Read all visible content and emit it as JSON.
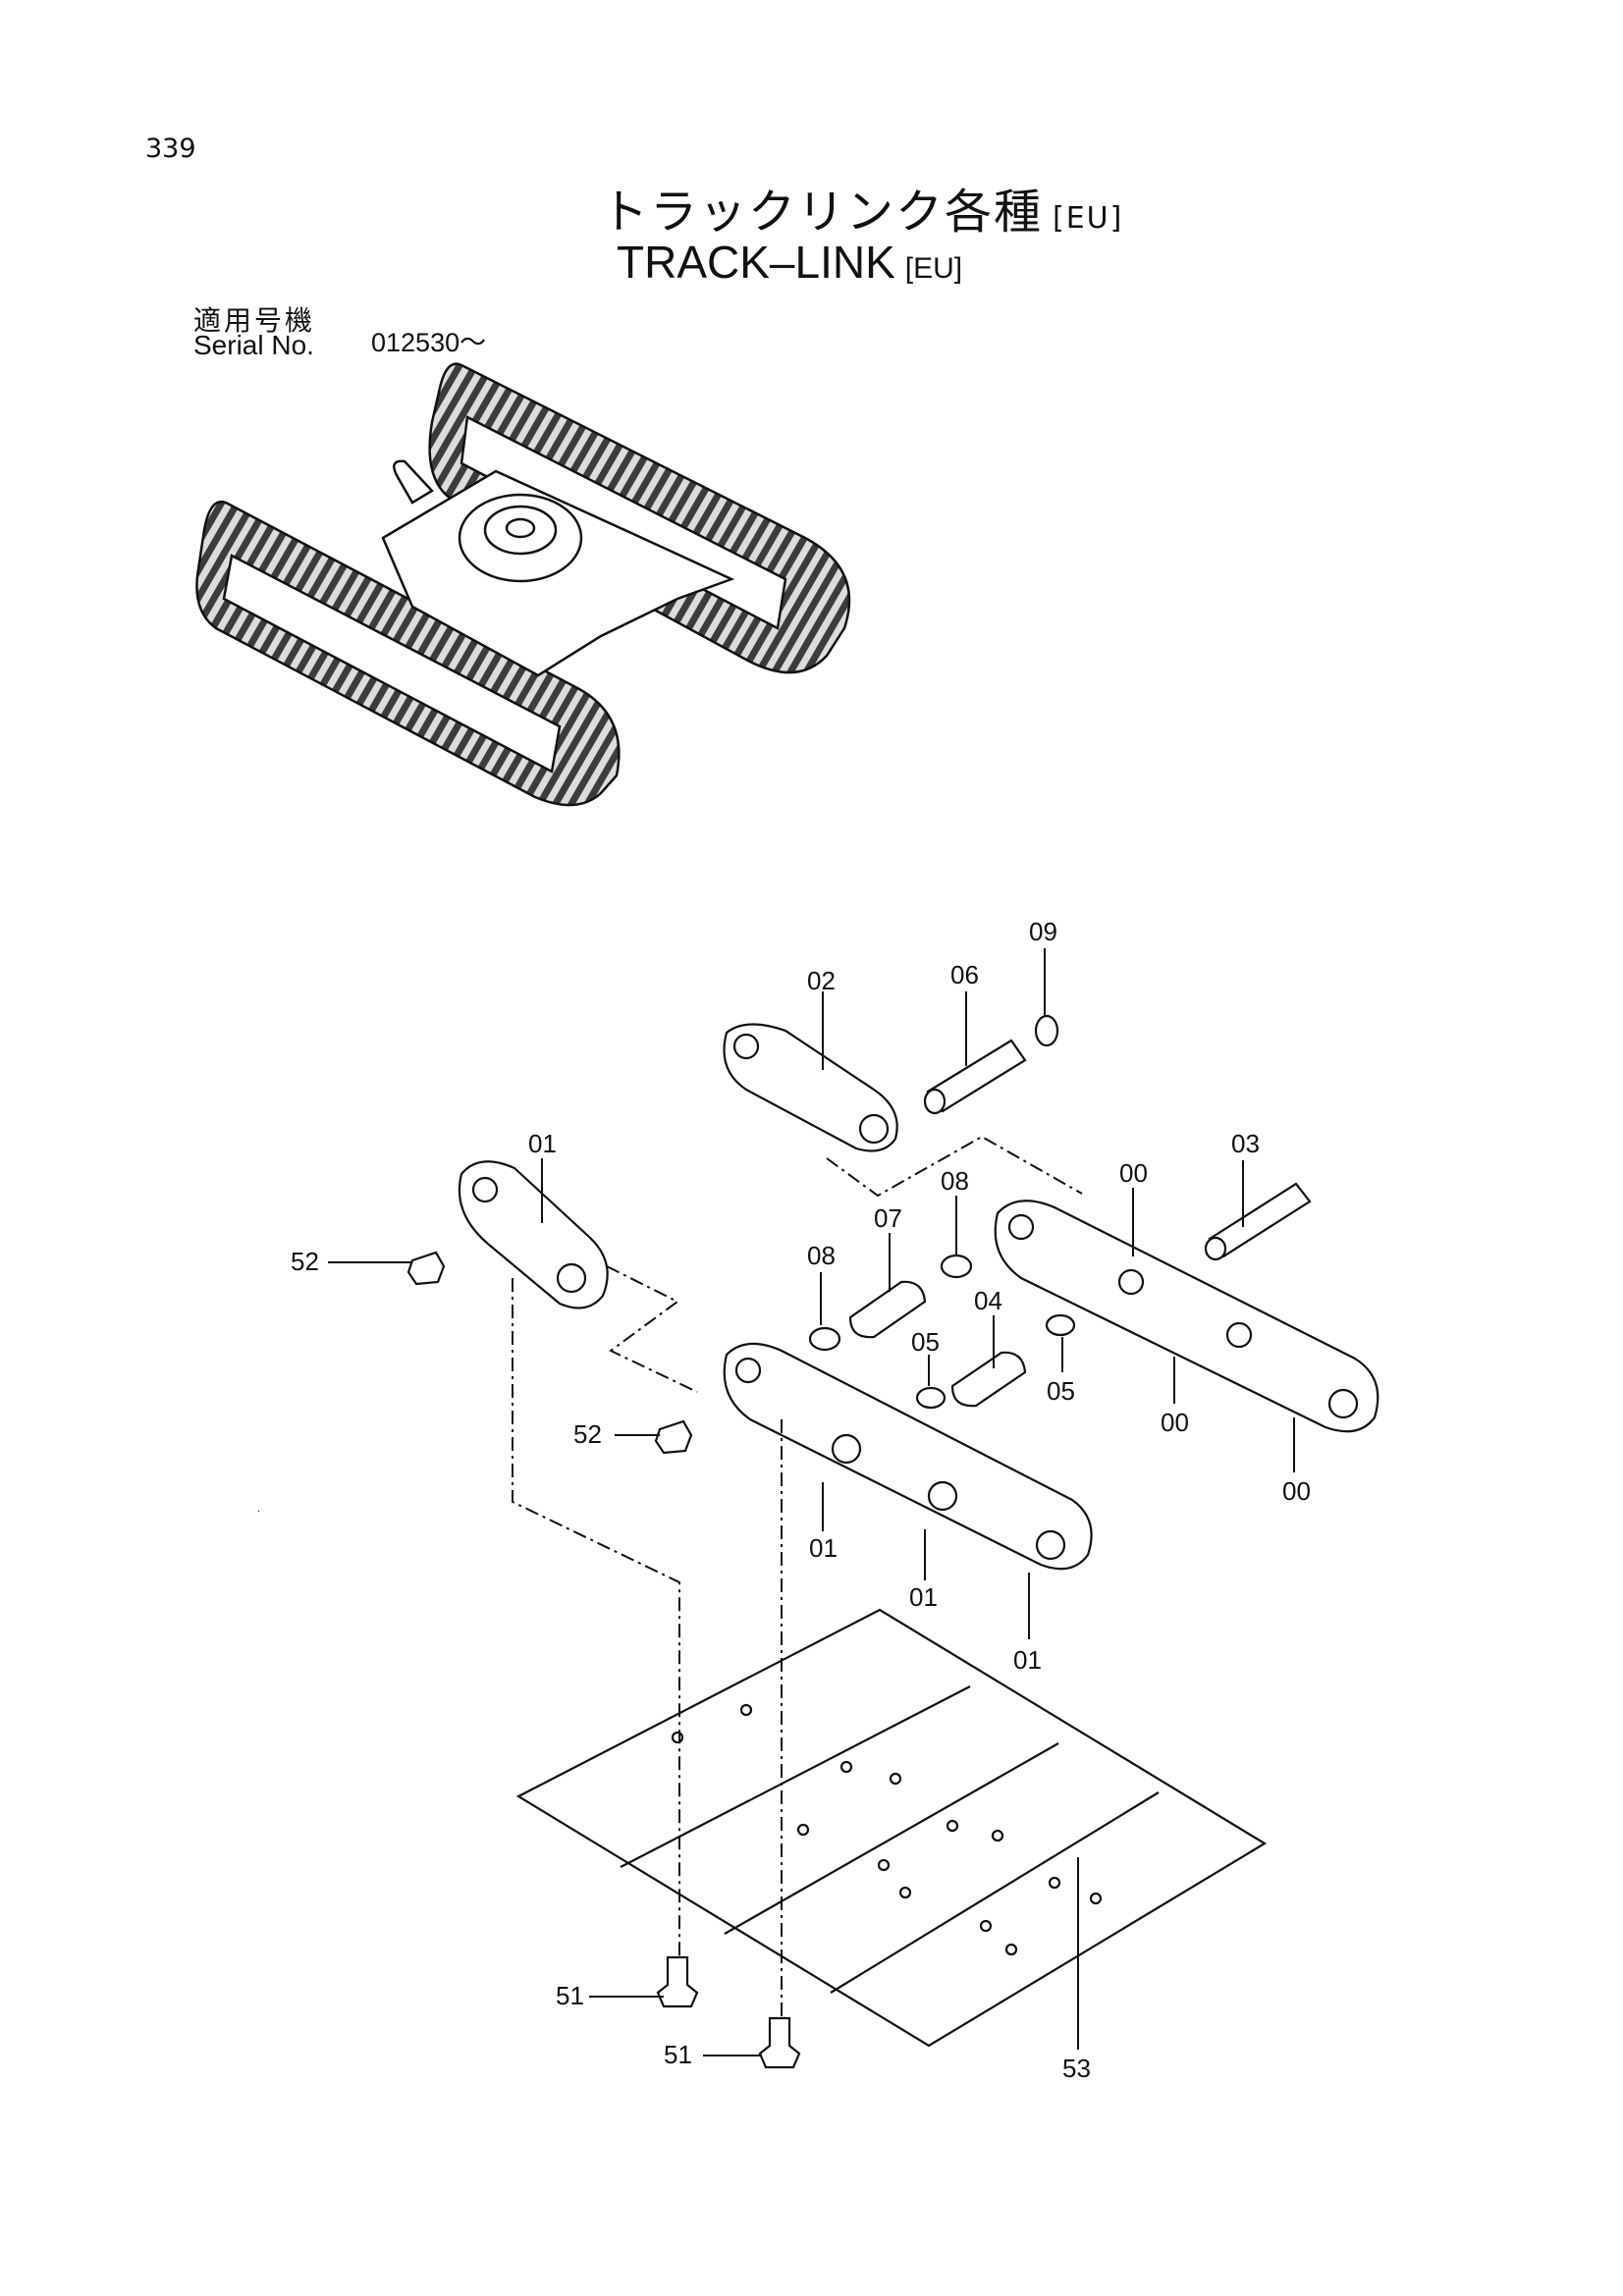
{
  "page": {
    "number": "339",
    "title_jp": "トラックリンク各種",
    "title_jp_tag": "[EU]",
    "title_en": "TRACK–LINK",
    "title_en_tag": "[EU]"
  },
  "serial": {
    "label_jp": "適用号機",
    "label_en": "Serial No.",
    "value": "012530～"
  },
  "callouts": {
    "c09": "09",
    "c06": "06",
    "c02": "02",
    "c03": "03",
    "c01_top": "01",
    "c00_top": "00",
    "c08_a": "08",
    "c07": "07",
    "c52_a": "52",
    "c08_b": "08",
    "c04": "04",
    "c05_a": "05",
    "c05_b": "05",
    "c00_mid": "00",
    "c00_bot": "00",
    "c52_b": "52",
    "c01_a": "01",
    "c01_b": "01",
    "c01_c": "01",
    "c51_a": "51",
    "c51_b": "51",
    "c53": "53"
  }
}
